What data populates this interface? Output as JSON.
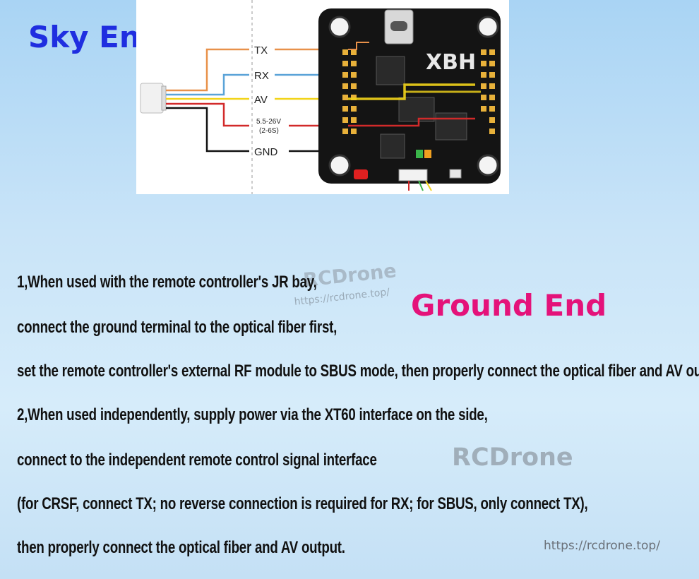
{
  "header": {
    "sky_end": "Sky End"
  },
  "diagram": {
    "labels": {
      "tx": "TX",
      "rx": "RX",
      "av": "AV",
      "power": "5.5-26V",
      "power_cells": "(2-6S)",
      "gnd": "GND"
    },
    "board_name": "XBH",
    "wire_colors": {
      "tx": "#e8914a",
      "rx": "#5aa3d8",
      "av": "#f2d41a",
      "power": "#d22a2a",
      "gnd": "#111111"
    }
  },
  "ground_end": "Ground End",
  "instructions": [
    "1,When used with the remote controller's JR bay,",
    "connect the ground terminal to the optical fiber first,",
    "set the remote controller's external RF module to SBUS mode, then properly connect the optical fiber and AV output.",
    "2,When used independently, supply power via the XT60 interface on the side,",
    "connect to the independent remote control signal interface",
    " (for CRSF, connect TX; no reverse connection is required for RX; for SBUS, only connect TX),",
    "then properly connect the optical fiber and AV output."
  ],
  "watermarks": {
    "brand_1": "RCDrone",
    "url_1": "https://rcdrone.top/",
    "brand_2": "RCDrone",
    "url_2": "https://rcdrone.top/"
  }
}
